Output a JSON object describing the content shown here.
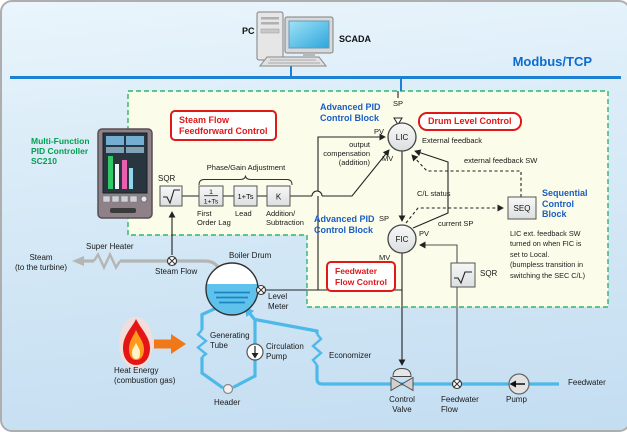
{
  "network": {
    "pc": "PC",
    "scada": "SCADA",
    "bus": "Modbus/TCP"
  },
  "controller": {
    "label": "Multi-Function\nPID Controller\nSC210"
  },
  "control_boxes": {
    "steam_ff": "Steam Flow\nFeedforward Control",
    "drum_level": "Drum Level Control",
    "feedwater": "Feedwater\nFlow Control",
    "adv_pid_top": "Advanced PID\nControl Block",
    "adv_pid_bottom": "Advanced PID\nControl Block",
    "seq_block": "Sequential\nControl\nBlock",
    "note": "LIC ext. feedback SW\nturned on when FIC is\nset to Local.\n(bumpless transition in\nswitching the SEC C/L)"
  },
  "blocks": {
    "sqr1": "SQR",
    "sqr2": "SQR",
    "lag_num": "1",
    "lag_den": "1+Ts",
    "lead": "1+Ts",
    "gain": "K",
    "seq": "SEQ",
    "lic": "LIC",
    "fic": "FIC"
  },
  "block_captions": {
    "phase_gain": "Phase/Gain Adjustment",
    "lag": "First\nOrder Lag",
    "lead": "Lead",
    "gain": "Addition/\nSubtraction"
  },
  "signals": {
    "sp1": "SP",
    "pv1": "PV",
    "mv1": "MV",
    "sp2": "SP",
    "pv2": "PV",
    "mv2": "MV",
    "output_comp": "output\ncompensation\n(addition)",
    "ext_fb": "External feedback",
    "ext_fb_sw": "external feedback SW",
    "cl_status": "C/L status",
    "current_sp": "current SP"
  },
  "plant": {
    "super_heater": "Super Heater",
    "steam": "Steam\n(to the turbine)",
    "steam_flow": "Steam Flow",
    "boiler_drum": "Boiler Drum",
    "level_meter": "Level\nMeter",
    "generating_tube": "Generating\nTube",
    "circulation_pump": "Circulation\nPump",
    "economizer": "Economizer",
    "header": "Header",
    "heat_energy": "Heat Energy\n(combustion gas)",
    "control_valve": "Control\nValve",
    "feedwater_flow": "Feedwater\nFlow",
    "pump": "Pump",
    "feedwater": "Feedwater"
  },
  "colors": {
    "accent_blue": "#1a5ec6",
    "bus_blue": "#1d80d2",
    "brand_green": "#00a050",
    "alert_red": "#e01818",
    "pipe_cyan": "#4db9e8",
    "pipe_gray": "#b5b5b5",
    "panel_yellow": "#fbfce9",
    "dash_green": "#2eb56a"
  }
}
